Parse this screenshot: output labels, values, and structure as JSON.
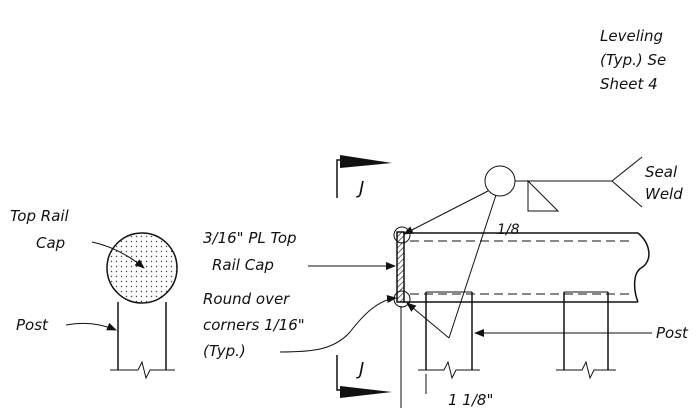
{
  "notes": {
    "leveling_line1": "Leveling",
    "leveling_line2": "(Typ.) Se",
    "leveling_line3": "Sheet 4",
    "seal_weld_line1": "Seal",
    "seal_weld_line2": "Weld",
    "weld_size": "1/8",
    "top_rail_cap_line1": "Top Rail",
    "top_rail_cap_line2": "Cap",
    "post_left": "Post",
    "plate_line1": "3/16\" PL Top",
    "plate_line2": "Rail Cap",
    "round_line1": "Round over",
    "round_line2": "corners 1/16\"",
    "round_line3": "(Typ.)",
    "post_right": "Post",
    "dimension": "1 1/8\""
  },
  "section": {
    "label_top": "J",
    "label_bottom": "J"
  }
}
